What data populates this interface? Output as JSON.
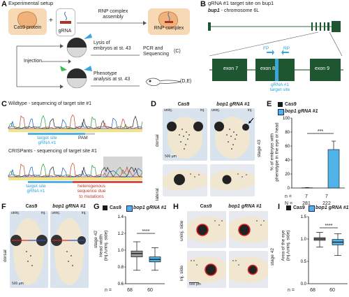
{
  "panel_labels": {
    "A": "A",
    "B": "B",
    "C": "C",
    "D": "D",
    "E": "E",
    "F": "F",
    "G": "G",
    "H": "H",
    "I": "I"
  },
  "panel_a": {
    "title": "Experimental setup",
    "cas9_protein": "Cas9 protein",
    "grna": "gRNA",
    "rnp_assembly": "RNP complex\nassembly",
    "rnp_complex": "RNP complex",
    "injection": "Injection",
    "lysis": "Lysis of\nembryos at st. 43",
    "pcr": "PCR and\nSequencing",
    "pcr_ref": "(C)",
    "phenotype": "Phenotype\nanalysis at st. 43",
    "phenotype_ref": "(D,E)"
  },
  "panel_b": {
    "title": "gRNA #1 target site on bup1",
    "gene": "bup1",
    "chromosome": " - chromosome 6L",
    "exon7": "exon 7",
    "exon8": "exon 8",
    "exon9": "exon 9",
    "fp": "FP",
    "rp": "RP",
    "target": "gRNA #1\ntarget site"
  },
  "panel_c": {
    "wildtype_title": "Wildtype - sequencing of target site #1",
    "pam": "PAM",
    "target_wt": "target site\ngRNA #1",
    "crispants_title": "CRISPants - sequencing of target site #1",
    "target_cr": "target site\ngRNA #1",
    "hetero": "heterogenous\nsequence due\nto mutations"
  },
  "panel_d": {
    "col1": "Cas9",
    "col2": "bop1 gRNA #1",
    "uninj": "uninj.",
    "inj": "inj.",
    "dorsal": "dorsal",
    "lateral": "lateral",
    "scale": "500 μm",
    "stage": "stage 43"
  },
  "panel_e": {
    "legend": [
      {
        "label": "Cas9",
        "color": "#1a1a1a"
      },
      {
        "label": "bop1 gRNA #1",
        "color": "#4fb3e8"
      }
    ],
    "ylabel": "% of embryos with\nphenotype in the eye or head",
    "sig": "***",
    "n_label": "n =",
    "N_label": "N =",
    "n_values": [
      "7",
      "7"
    ],
    "N_values": [
      "281",
      "222"
    ]
  },
  "panel_f": {
    "col1": "Cas9",
    "col2": "bop1 gRNA #1",
    "uninj": "uninj.",
    "inj": "inj.",
    "dorsal": "dorsal",
    "scale": "500 μm"
  },
  "panel_g": {
    "legend": [
      {
        "label": "Cas9",
        "color": "#1a1a1a"
      },
      {
        "label": "bop1 gRNA #1",
        "color": "#4fb3e8"
      }
    ],
    "stage": "stage 42",
    "ylabel": "Head width\n(inj./uninj. side)",
    "sig": "****",
    "n_label": "n =",
    "n_values": [
      "68",
      "60"
    ]
  },
  "panel_h": {
    "col1": "Cas9",
    "col2": "bop1 gRNA #1",
    "uninj_side": "uninj. side",
    "inj_side": "inj. side",
    "scale": "500 μm",
    "stage": "stage 42"
  },
  "panel_i": {
    "legend": [
      {
        "label": "Cas9",
        "color": "#1a1a1a"
      },
      {
        "label": "bop1 gRNA #1",
        "color": "#4fb3e8"
      }
    ],
    "ylabel": "Area of the eye\n(inj./uninj. side)",
    "sig": "****",
    "n_label": "n =",
    "n_values": [
      "68",
      "60"
    ]
  },
  "chart_data": [
    {
      "type": "bar",
      "categories": [
        "Cas9",
        "bop1 gRNA #1"
      ],
      "values": [
        0.3,
        55
      ],
      "error": [
        0.3,
        12
      ],
      "ylim": [
        0,
        100
      ],
      "yticks": [
        "0",
        "20",
        "40",
        "60",
        "80",
        "100"
      ],
      "ylabel": "% of embryos with phenotype in the eye or head"
    },
    {
      "type": "box",
      "categories": [
        "Cas9",
        "bop1 gRNA #1"
      ],
      "boxes": [
        {
          "min": 0.76,
          "q1": 0.92,
          "median": 0.96,
          "q3": 0.99,
          "max": 1.1
        },
        {
          "min": 0.76,
          "q1": 0.86,
          "median": 0.89,
          "q3": 0.92,
          "max": 1.03
        }
      ],
      "ylim": [
        0.6,
        1.4
      ],
      "yticks": [
        "0.6",
        "0.8",
        "1.0",
        "1.2",
        "1.4"
      ],
      "ylabel": "Head width (inj./uninj. side)"
    },
    {
      "type": "box",
      "categories": [
        "Cas9",
        "bop1 gRNA #1"
      ],
      "boxes": [
        {
          "min": 0.82,
          "q1": 0.97,
          "median": 1.0,
          "q3": 1.03,
          "max": 1.15
        },
        {
          "min": 0.63,
          "q1": 0.87,
          "median": 0.93,
          "q3": 0.99,
          "max": 1.12
        }
      ],
      "ylim": [
        0.0,
        1.5
      ],
      "yticks": [
        "0.0",
        "0.5",
        "1.0",
        "1.5"
      ],
      "ylabel": "Area of the eye (inj./uninj. side)"
    }
  ]
}
